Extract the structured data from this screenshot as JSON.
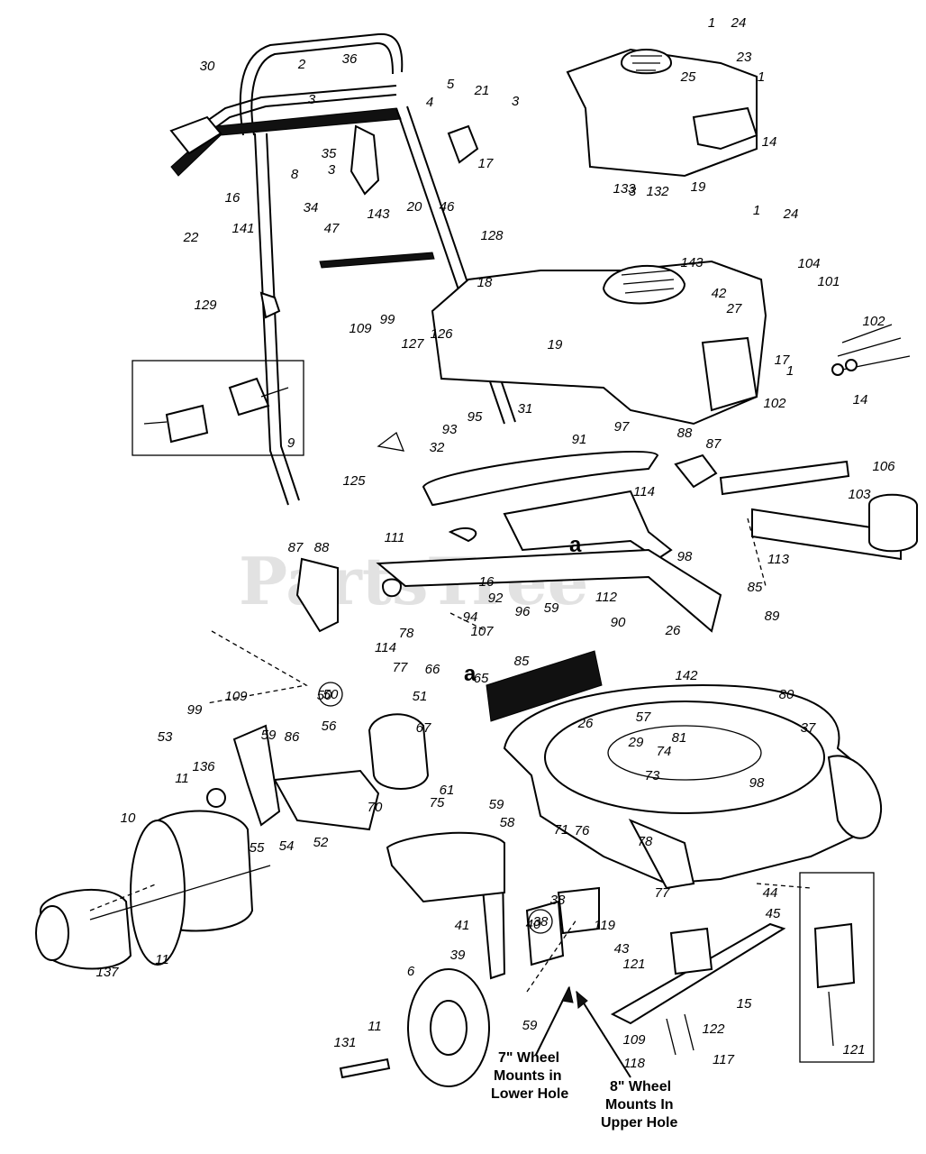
{
  "watermark": "PartsTree",
  "labels": [
    "1",
    "24",
    "23",
    "2",
    "36",
    "30",
    "3",
    "5",
    "21",
    "3",
    "1",
    "25",
    "14",
    "4",
    "8",
    "35",
    "3",
    "20",
    "46",
    "17",
    "143",
    "16",
    "3",
    "19",
    "133",
    "132",
    "22",
    "141",
    "34",
    "47",
    "128",
    "143",
    "1",
    "24",
    "104",
    "101",
    "18",
    "129",
    "109",
    "99",
    "42",
    "27",
    "102",
    "127",
    "126",
    "19",
    "17",
    "1",
    "102",
    "14",
    "9",
    "95",
    "31",
    "97",
    "32",
    "93",
    "91",
    "88",
    "87",
    "125",
    "114",
    "106",
    "103",
    "111",
    "87",
    "88",
    "113",
    "98",
    "92",
    "85",
    "16",
    "112",
    "59",
    "96",
    "89",
    "94",
    "90",
    "78",
    "107",
    "26",
    "114",
    "77",
    "66",
    "65",
    "85",
    "142",
    "80",
    "109",
    "50",
    "51",
    "67",
    "57",
    "99",
    "56",
    "26",
    "29",
    "81",
    "37",
    "53",
    "86",
    "74",
    "136",
    "59",
    "73",
    "98",
    "11",
    "61",
    "75",
    "70",
    "10",
    "54",
    "59",
    "52",
    "58",
    "71",
    "76",
    "78",
    "55",
    "77",
    "44",
    "45",
    "11",
    "137",
    "40",
    "41",
    "38",
    "119",
    "39",
    "43",
    "121",
    "15",
    "6",
    "11",
    "59",
    "122",
    "109",
    "118",
    "117",
    "121",
    "131"
  ],
  "encircled": [
    "50",
    "38"
  ],
  "letter_marks": [
    "a",
    "a"
  ],
  "notes": {
    "lower": [
      "7\" Wheel",
      "Mounts in",
      "Lower Hole"
    ],
    "upper": [
      "8\" Wheel",
      "Mounts In",
      "Upper Hole"
    ]
  }
}
